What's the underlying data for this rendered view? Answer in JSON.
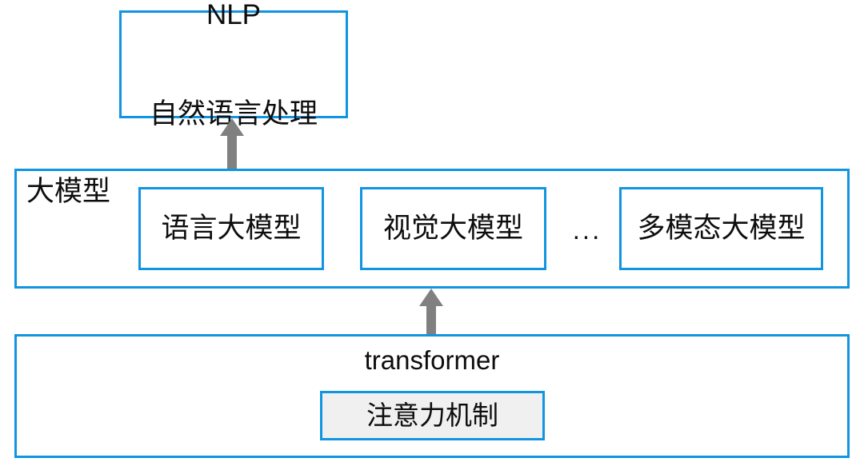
{
  "diagram": {
    "title": "NLP / 大模型 / transformer 层次结构图",
    "colors": {
      "box_border": "#1295e0",
      "arrow": "#808080",
      "text": "#0d0d0d",
      "fill_gray": "#f0f0f0",
      "background": "#ffffff"
    },
    "top_node": {
      "line1": "NLP",
      "line2": "自然语言处理"
    },
    "middle_group": {
      "label": "大模型",
      "ellipsis": "...",
      "items": [
        {
          "label": "语言大模型"
        },
        {
          "label": "视觉大模型"
        },
        {
          "label": "多模态大模型"
        }
      ]
    },
    "bottom_group": {
      "label": "transformer",
      "inner": {
        "label": "注意力机制"
      }
    },
    "arrows": [
      {
        "name": "arrow-lm-to-nlp",
        "direction": "up"
      },
      {
        "name": "arrow-transformer-to-llm",
        "direction": "up"
      }
    ]
  }
}
